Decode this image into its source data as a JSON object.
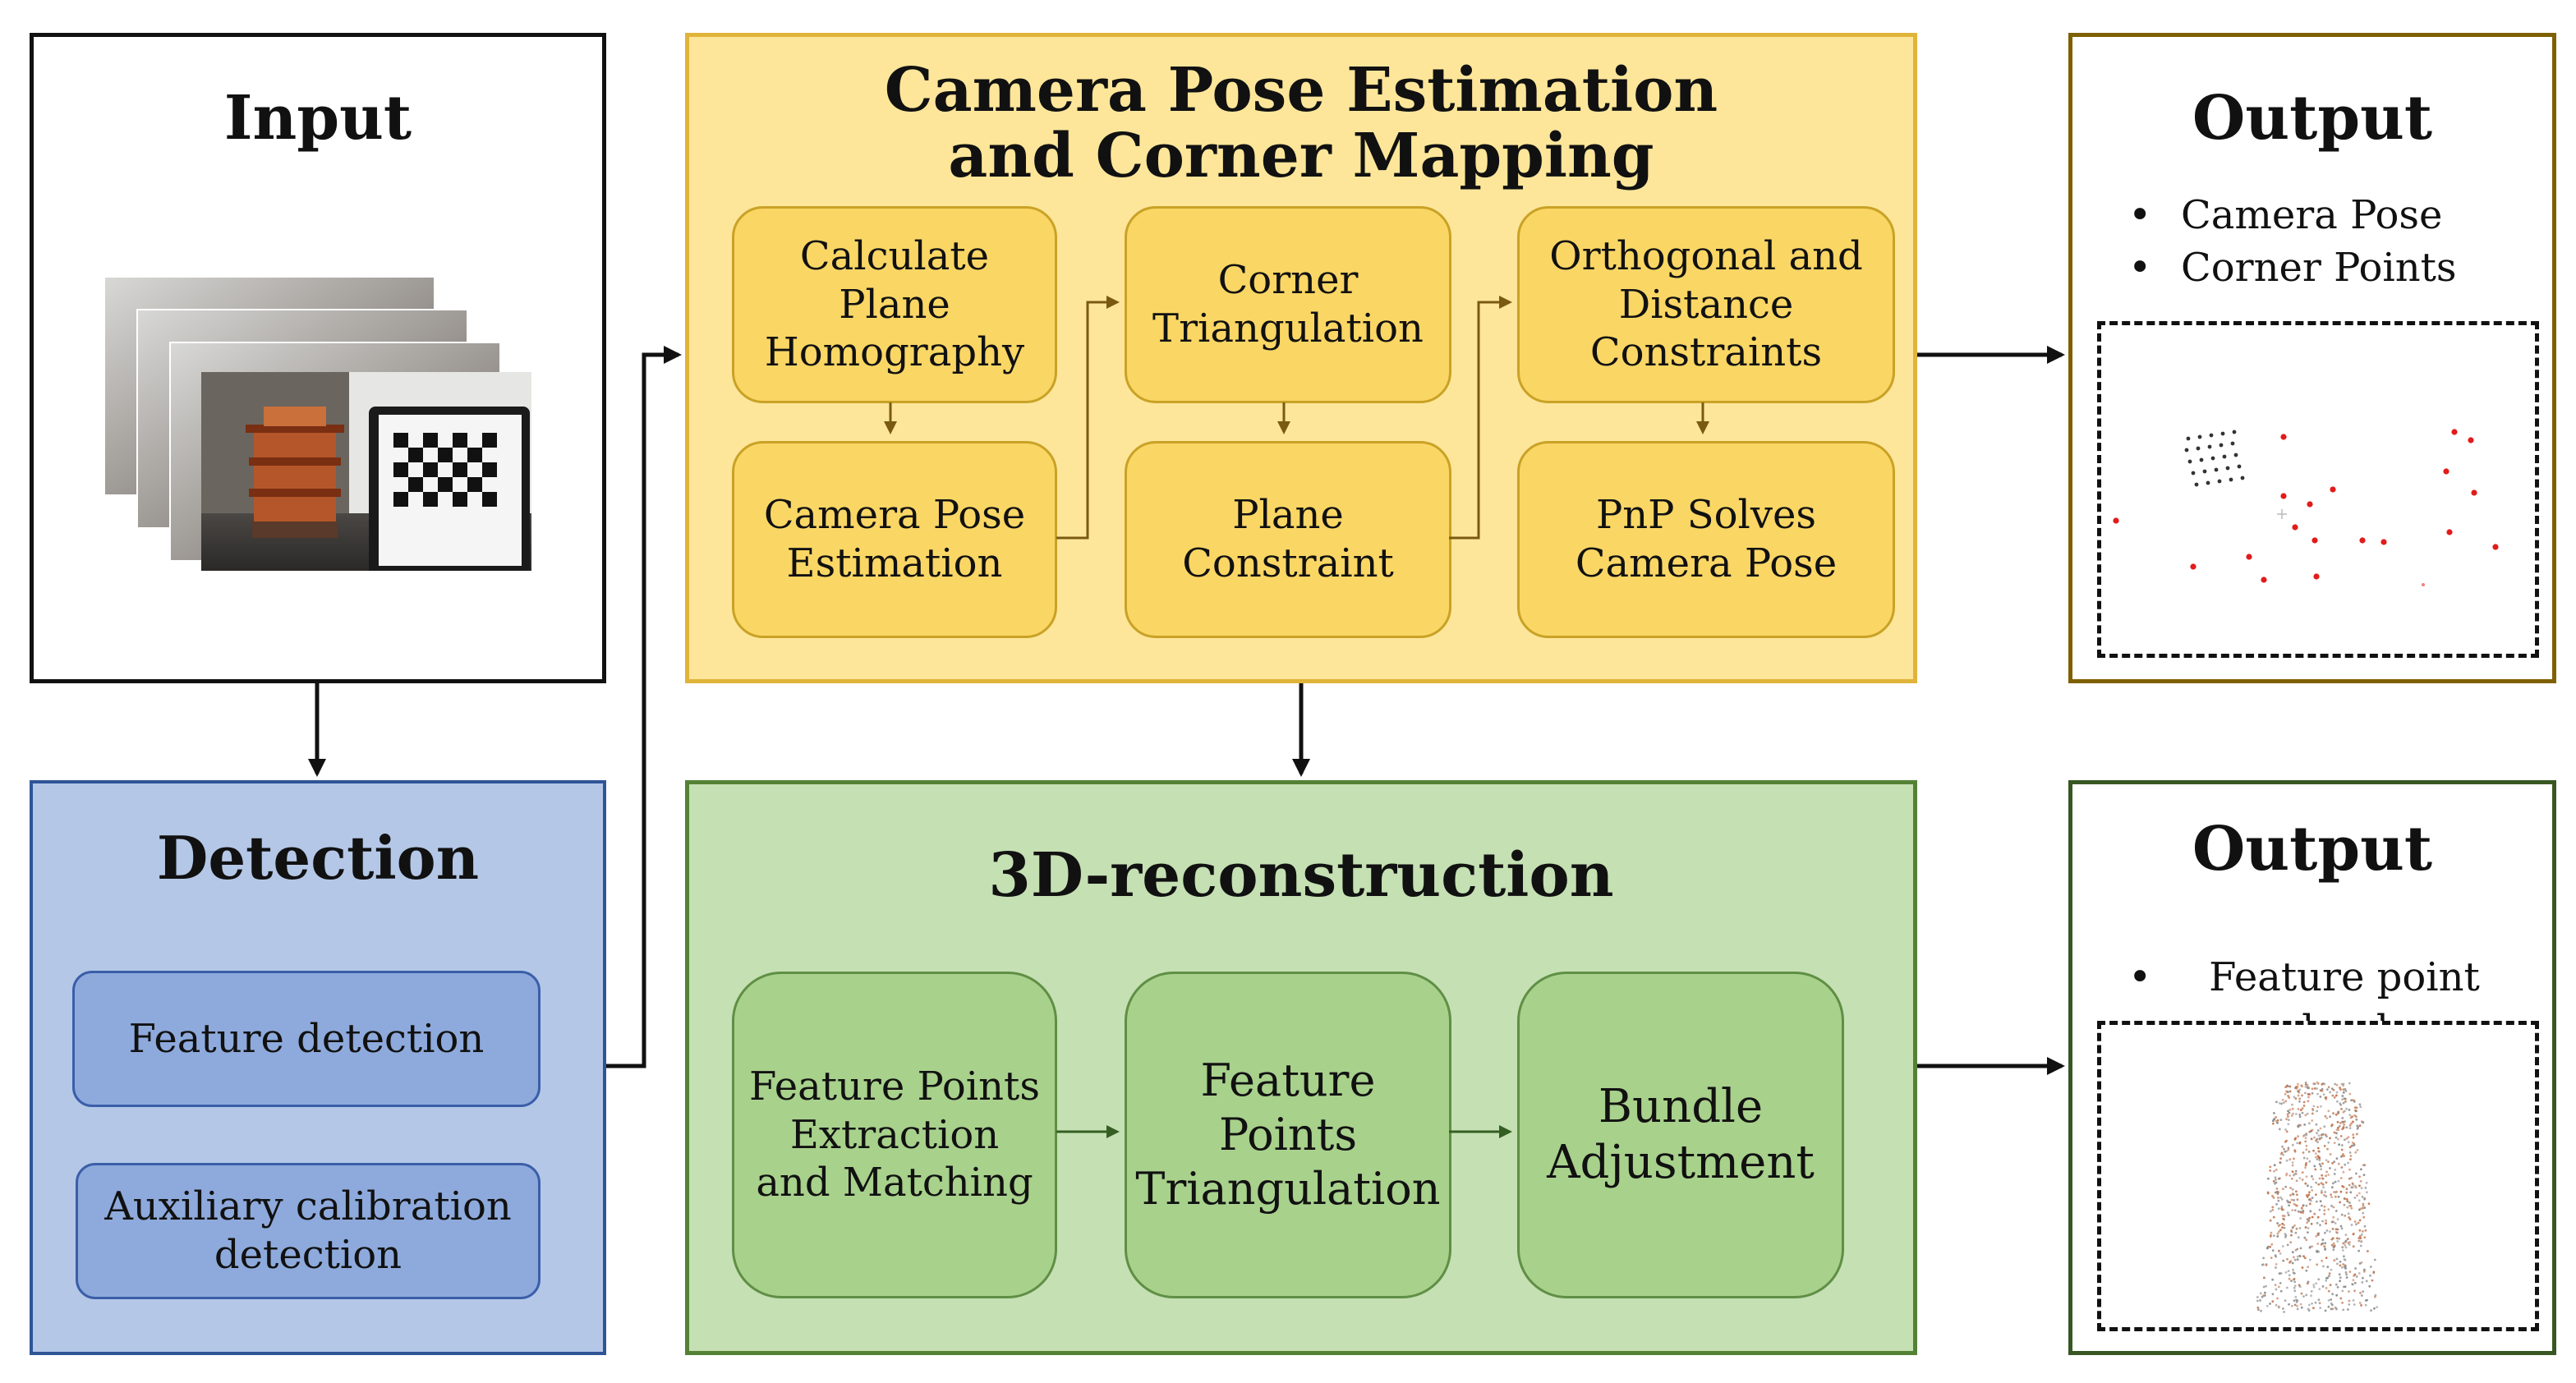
{
  "input": {
    "title": "Input"
  },
  "detection": {
    "title": "Detection",
    "items": [
      "Feature detection",
      "Auxiliary calibration\ndetection"
    ]
  },
  "camera_pose": {
    "title": "Camera  Pose  Estimation\nand  Corner  Mapping",
    "steps": [
      "Calculate\nPlane\nHomography",
      "Camera Pose\nEstimation",
      "Corner\nTriangulation",
      "Plane\nConstraint",
      "Orthogonal  and\nDistance\nConstraints",
      "PnP Solves\nCamera Pose"
    ]
  },
  "reconstruction": {
    "title": "3D-reconstruction",
    "steps": [
      "Feature Points\nExtraction\nand Matching",
      "Feature Points\nTriangulation",
      "Bundle\nAdjustment"
    ]
  },
  "output_top": {
    "title": "Output",
    "bullets": [
      "Camera Pose",
      "Corner Points"
    ]
  },
  "output_bottom": {
    "title": "Output",
    "bullets": [
      "Feature point\nclouds"
    ]
  },
  "colors": {
    "yellow_fill": "#fde69a",
    "yellow_border": "#e0b43a",
    "green_fill": "#c5e0b3",
    "green_border": "#548235",
    "blue_fill": "#b4c7e7",
    "blue_border": "#2f5597",
    "output_top_border": "#7f6000",
    "output_bottom_border": "#385723"
  },
  "icons": [
    "checkerboard-image-stack-icon",
    "corner-scatter-plot-icon",
    "point-cloud-icon"
  ]
}
